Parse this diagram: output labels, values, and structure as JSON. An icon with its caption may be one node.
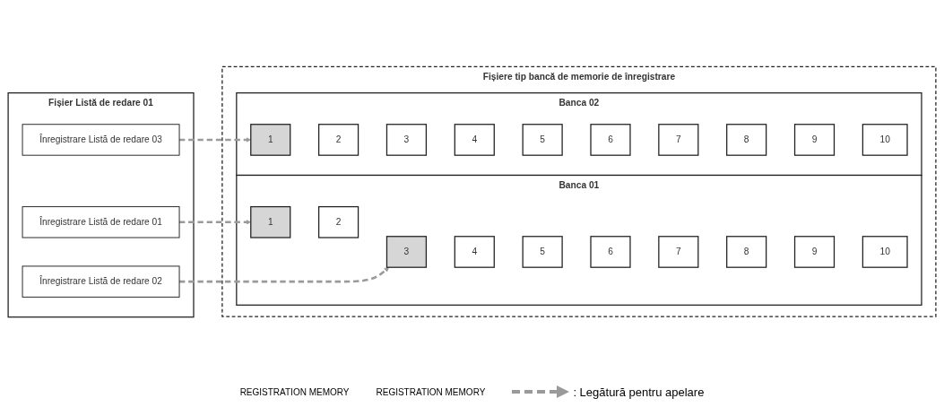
{
  "diagram": {
    "nodes": [
      {
        "text": [
          "Fișier Listă de redare 01"
        ]
      },
      {
        "text": [
          "Înregistrare Listă de redare 01"
        ],
        "in": 0
      },
      {
        "text": [
          "Înregistrare Listă de redare 02"
        ],
        "in": 0
      },
      {
        "text": [
          "Înregistrare Listă de redare 03"
        ],
        "in": 0
      },
      {
        "text": [
          "Fișiere tip bancă de memorie de înregistrare"
        ]
      },
      {
        "text": [
          "Banca 01"
        ],
        "in": 4
      },
      {
        "text": [
          "1"
        ],
        "in": 5
      },
      {
        "text": [
          "2"
        ],
        "in": 5
      },
      {
        "text": [
          "3"
        ],
        "in": 5
      },
      {
        "text": [
          "4"
        ],
        "in": 5
      },
      {
        "text": [
          "5"
        ],
        "in": 5
      },
      {
        "text": [
          "6"
        ],
        "in": 5
      },
      {
        "text": [
          "7"
        ],
        "in": 5
      },
      {
        "text": [
          "8"
        ],
        "in": 5
      },
      {
        "text": [
          "9"
        ],
        "in": 5
      },
      {
        "text": [
          "10"
        ],
        "in": 5
      },
      {
        "text": [
          "Banca 02"
        ],
        "in": 4
      },
      {
        "text": [
          "1"
        ],
        "in": 16
      },
      {
        "text": [
          "2"
        ],
        "in": 16
      },
      {
        "text": [
          "3"
        ],
        "in": 16
      },
      {
        "text": [
          "4"
        ],
        "in": 16
      },
      {
        "text": [
          "5"
        ],
        "in": 16
      },
      {
        "text": [
          "6"
        ],
        "in": 16
      },
      {
        "text": [
          "7"
        ],
        "in": 16
      },
      {
        "text": [
          "8"
        ],
        "in": 16
      },
      {
        "text": [
          "9"
        ],
        "in": 16
      },
      {
        "text": [
          "10"
        ],
        "in": 16
      }
    ],
    "edges": [
      {
        "from": 1,
        "to": 6,
        "arrow": "to",
        "style": "dashed"
      },
      {
        "from": 2,
        "to": 8,
        "arrow": "to",
        "style": "dashed"
      },
      {
        "from": 3,
        "to": 17,
        "arrow": "to",
        "style": "dashed"
      }
    ],
    "labels": [
      "REGISTRATION MEMORY",
      "REGISTRATION MEMORY"
    ],
    "legend": [
      {
        "text": ": Legătură pentru apelare"
      }
    ]
  }
}
